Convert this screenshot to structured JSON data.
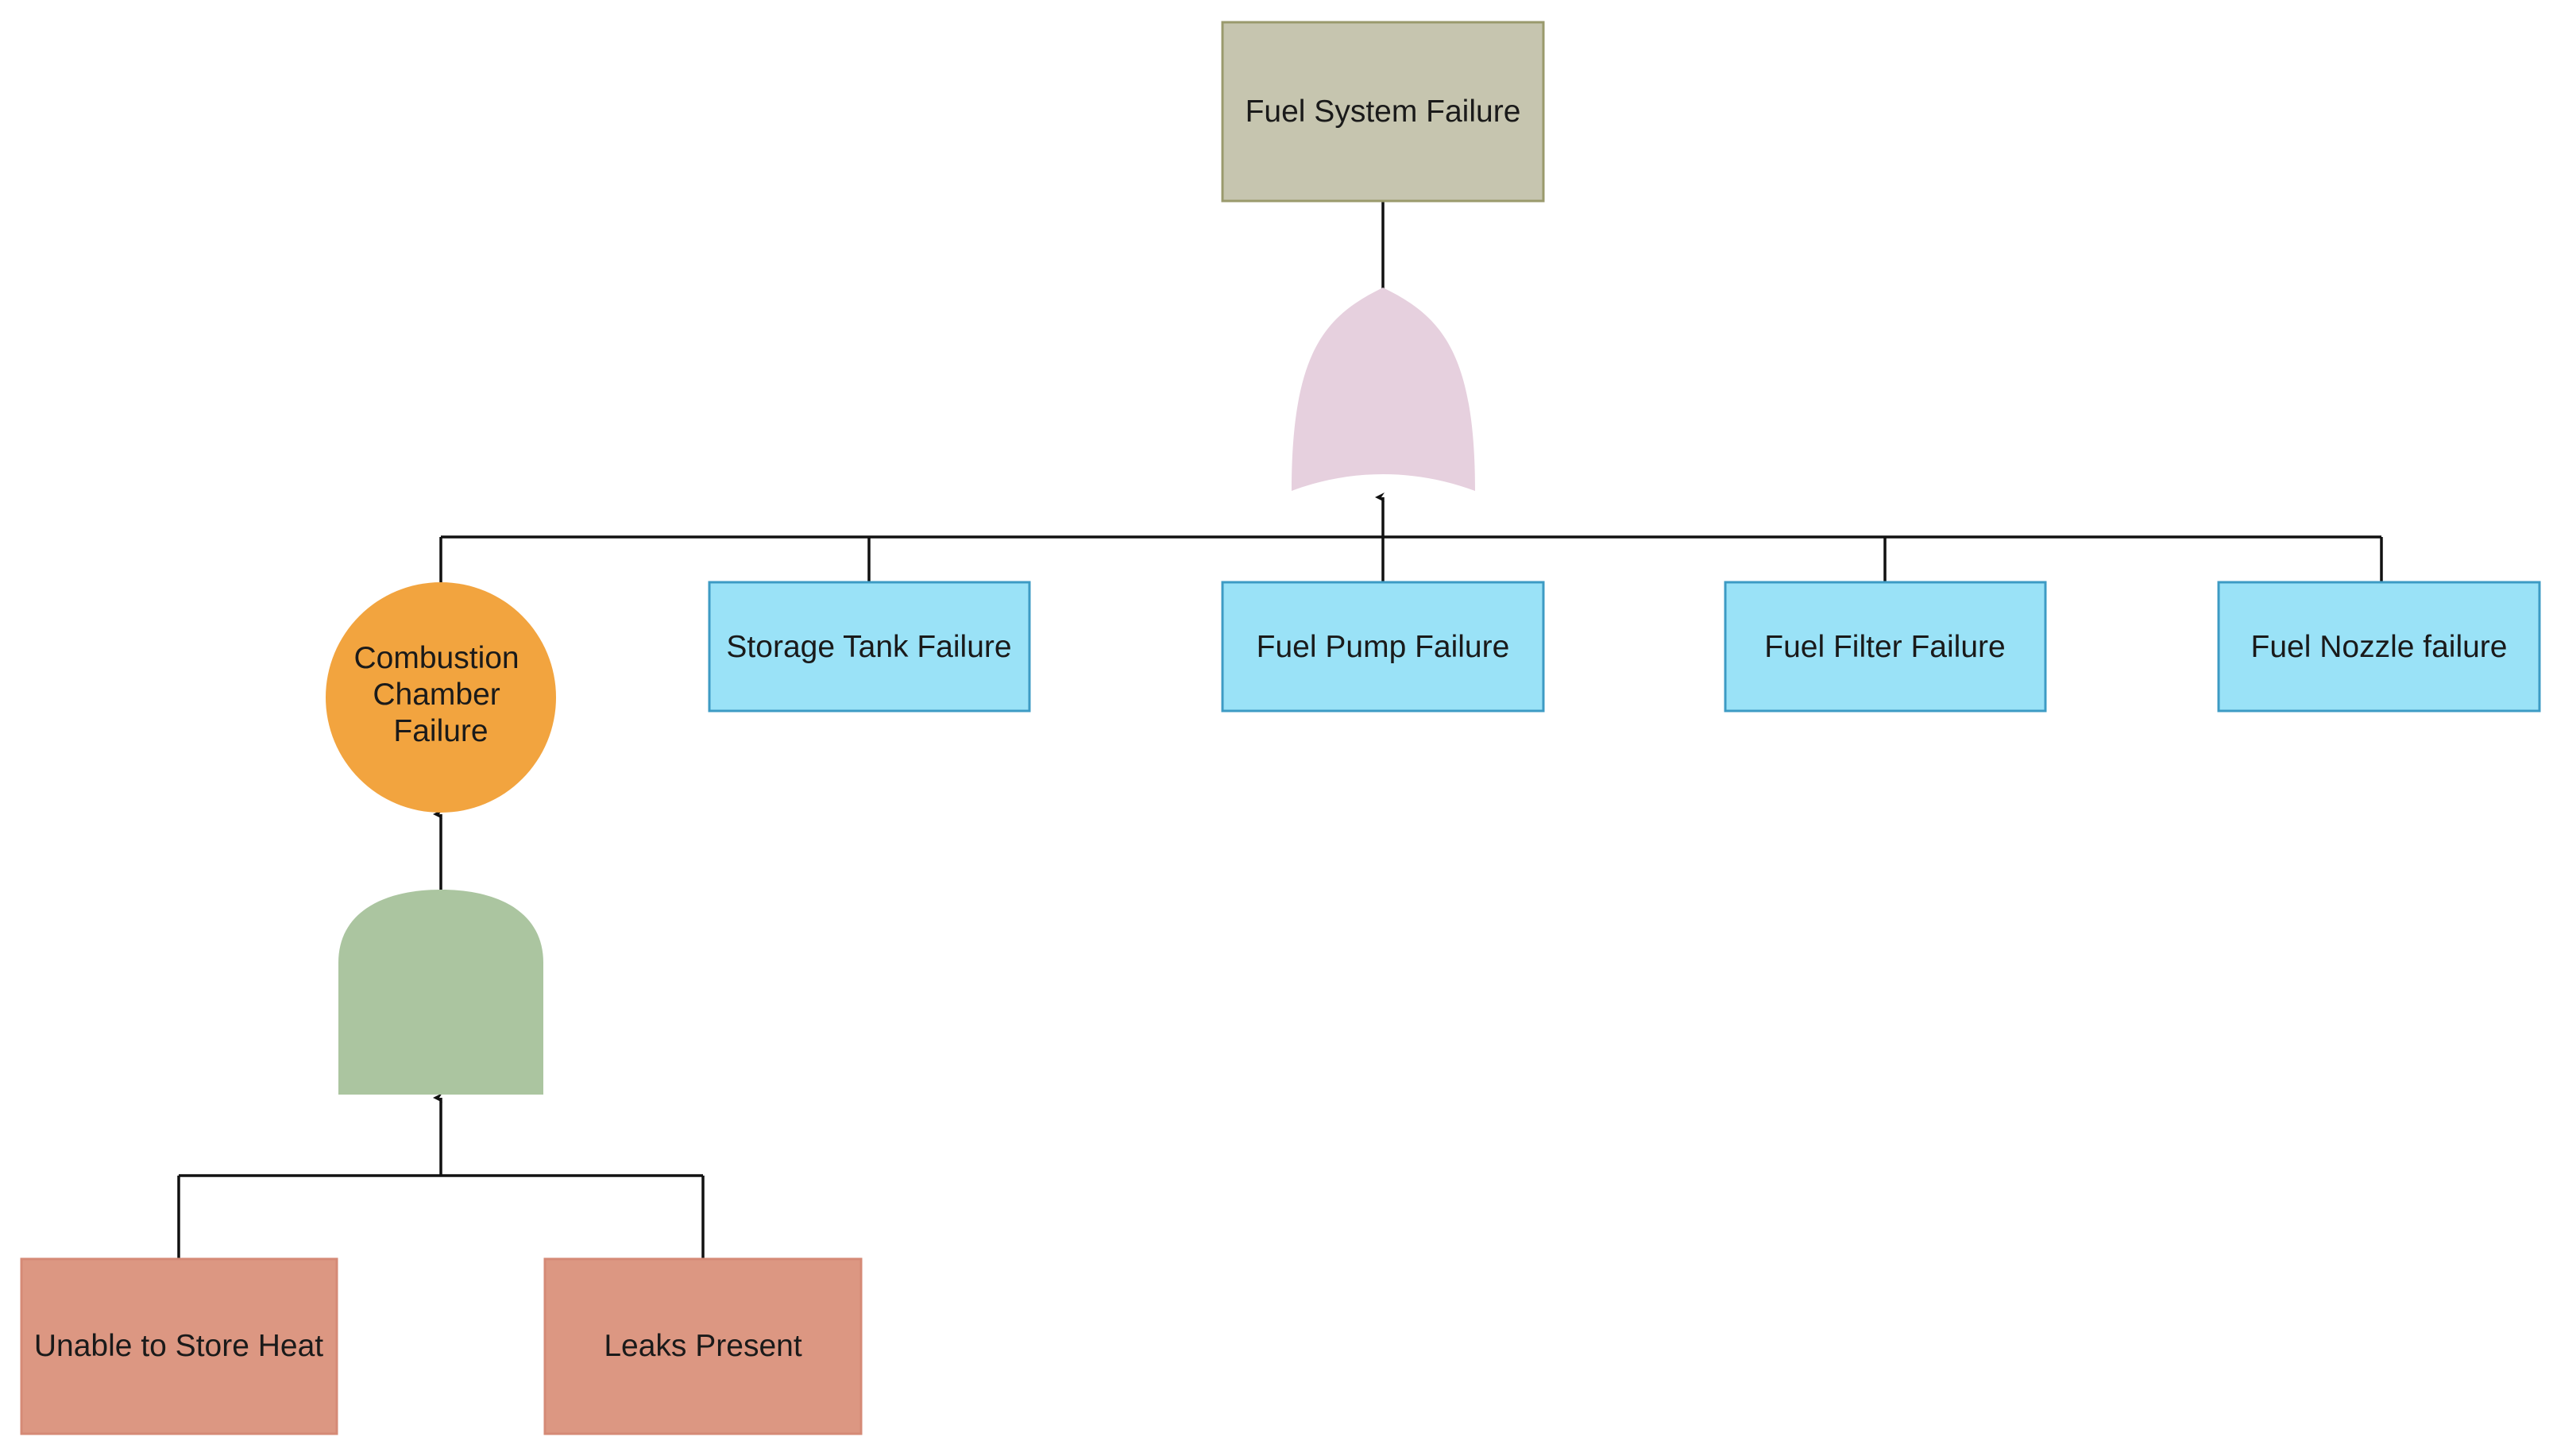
{
  "diagram": {
    "top_event": {
      "label": "Fuel System Failure",
      "fill": "#c6c5af",
      "stroke": "#9a9a6c"
    },
    "or_gate": {
      "fill": "#e6d0de"
    },
    "intermediate_event": {
      "lines": [
        "Combustion",
        "Chamber",
        "Failure"
      ],
      "fill": "#f2a43f"
    },
    "and_gate": {
      "fill": "#abc5a0"
    },
    "basic_events": [
      {
        "label": "Storage Tank Failure"
      },
      {
        "label": "Fuel Pump Failure"
      },
      {
        "label": "Fuel Filter Failure"
      },
      {
        "label": "Fuel Nozzle failure"
      }
    ],
    "basic_event_style": {
      "fill": "#9ae2f7",
      "stroke": "#3d9bc4"
    },
    "root_causes": [
      {
        "label": "Unable to Store Heat"
      },
      {
        "label": "Leaks Present"
      }
    ],
    "root_cause_style": {
      "fill": "#dc9782",
      "stroke": "#d58a76"
    },
    "connector_color": "#111111"
  }
}
